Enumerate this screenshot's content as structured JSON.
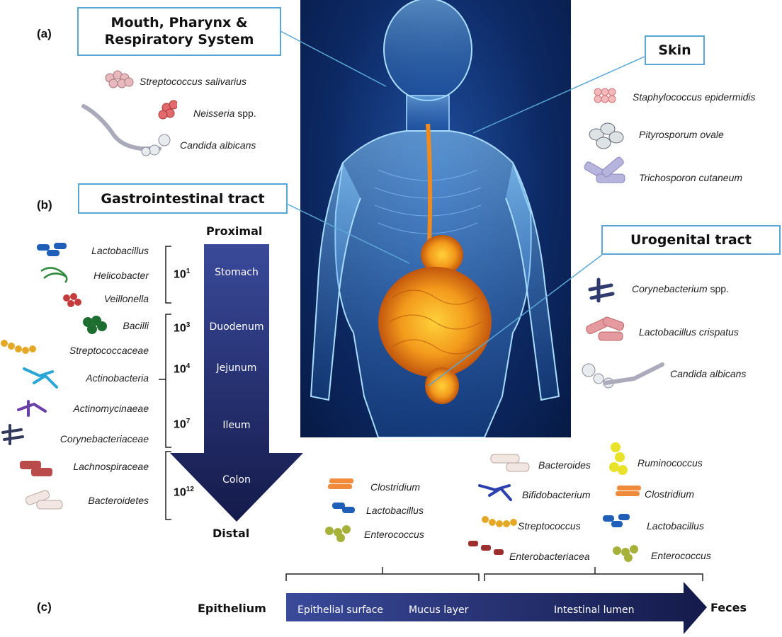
{
  "panels": {
    "a": "(a)",
    "b": "(b)",
    "c": "(c)"
  },
  "regions": {
    "mouth": "Mouth, Pharynx &\nRespiratory System",
    "skin": "Skin",
    "gi": "Gastrointestinal tract",
    "uro": "Urogenital tract"
  },
  "mouth_species": [
    {
      "italic": "Streptococcus salivarius",
      "rest": ""
    },
    {
      "italic": "Neisseria",
      "rest": " spp."
    },
    {
      "italic": "Candida albicans",
      "rest": ""
    }
  ],
  "skin_species": [
    {
      "italic": "Staphylococcus epidermidis",
      "rest": ""
    },
    {
      "italic": "Pityrosporum ovale",
      "rest": ""
    },
    {
      "italic": "Trichosporon cutaneum",
      "rest": ""
    }
  ],
  "uro_species": [
    {
      "italic": "Corynebacterium",
      "rest": " spp."
    },
    {
      "italic": "Lactobacillus crispatus",
      "rest": ""
    },
    {
      "italic": "Candida albicans",
      "rest": ""
    }
  ],
  "gi_species": [
    "Lactobacillus",
    "Helicobacter",
    "Veillonella",
    "Bacilli",
    "Streptococcaceae",
    "Actinobacteria",
    "Actinomycinaeae",
    "Corynebacteriaceae",
    "Lachnospiraceae",
    "Bacteroidetes"
  ],
  "gi_axis": {
    "top": "Proximal",
    "bottom": "Distal",
    "segments": [
      "Stomach",
      "Duodenum",
      "Jejunum",
      "Ileum",
      "Colon"
    ],
    "counts": [
      {
        "base": "10",
        "exp": "1"
      },
      {
        "base": "10",
        "exp": "3"
      },
      {
        "base": "10",
        "exp": "4"
      },
      {
        "base": "10",
        "exp": "7"
      },
      {
        "base": "10",
        "exp": "12"
      }
    ]
  },
  "mucus_species": [
    "Clostridium",
    "Lactobacillus",
    "Enterococcus"
  ],
  "lumen_species": [
    "Bacteroides",
    "Ruminococcus",
    "Bifidobacterium",
    "Clostridium",
    "Streptococcus",
    "Lactobacillus",
    "Enterobacteriacea",
    "Enterococcus"
  ],
  "horizontal_axis": {
    "left": "Epithelium",
    "right": "Feces",
    "labels": [
      "Epithelial surface",
      "Mucus layer",
      "Intestinal lumen"
    ]
  },
  "colors": {
    "box_border": "#5aa7d6",
    "arrow_dark": "#141a4a",
    "arrow_light": "#3a4a9a",
    "body_bg": "#0d2a66"
  },
  "icons": [
    "bacterium-chain-icon",
    "bacterium-cluster-icon",
    "yeast-icon",
    "rod-bacteria-icon",
    "filament-icon"
  ]
}
